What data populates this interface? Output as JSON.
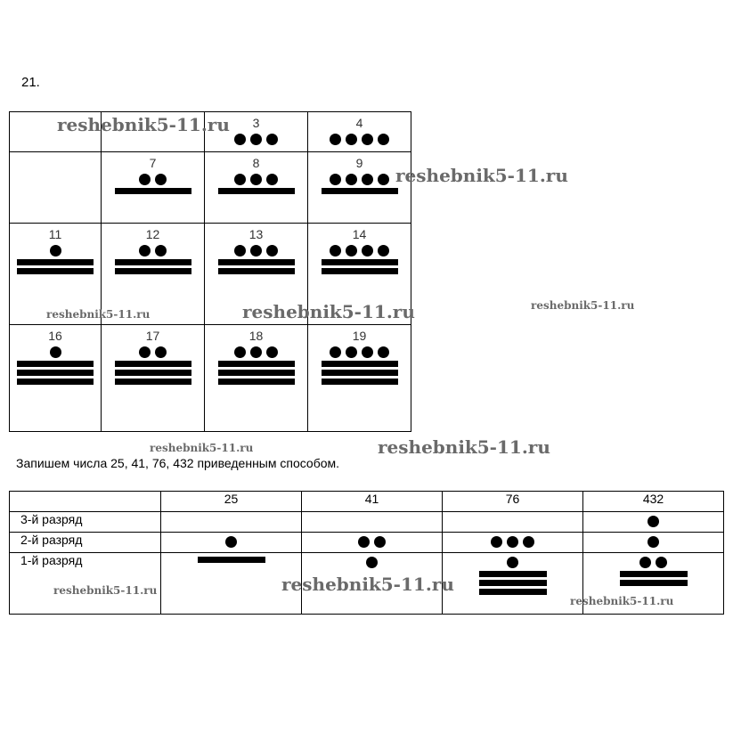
{
  "title": "21.",
  "grid": [
    [
      {
        "label": "",
        "value": null
      },
      {
        "label": "",
        "value": null
      },
      {
        "label": "3",
        "value": 3
      },
      {
        "label": "4",
        "value": 4
      }
    ],
    [
      {
        "label": "",
        "value": null
      },
      {
        "label": "7",
        "value": 7
      },
      {
        "label": "8",
        "value": 8
      },
      {
        "label": "9",
        "value": 9
      }
    ],
    [
      {
        "label": "11",
        "value": 11
      },
      {
        "label": "12",
        "value": 12
      },
      {
        "label": "13",
        "value": 13
      },
      {
        "label": "14",
        "value": 14
      }
    ],
    [
      {
        "label": "16",
        "value": 16
      },
      {
        "label": "17",
        "value": 17
      },
      {
        "label": "18",
        "value": 18
      },
      {
        "label": "19",
        "value": 19
      }
    ]
  ],
  "caption": "Запишем числа 25, 41, 76, 432 приведенным способом.",
  "table": {
    "headers": [
      "",
      "25",
      "41",
      "76",
      "432"
    ],
    "rows": [
      "3-й разряд",
      "2-й разряд",
      "1-й разряд"
    ],
    "digits": {
      "25": [
        null,
        1,
        5
      ],
      "41": [
        null,
        2,
        1
      ],
      "76": [
        null,
        3,
        16
      ],
      "432": [
        1,
        1,
        12
      ]
    }
  },
  "watermark": "reshebnik5-11.ru"
}
